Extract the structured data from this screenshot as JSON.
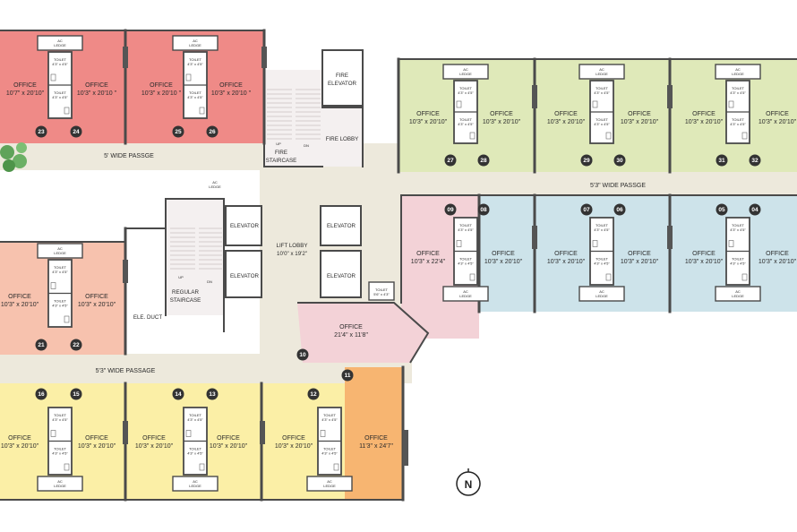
{
  "colors": {
    "red": "#ef8a87",
    "salmon": "#f7c2ae",
    "green": "#dfe9b9",
    "blue": "#cde3ea",
    "pink": "#f3d2d7",
    "yellow": "#fbefa6",
    "orange": "#f7b571",
    "passage": "#ede9dc",
    "core": "#f4f0f0",
    "wall": "#4a4a4a",
    "badge": "#333333",
    "tree": "#5fa35a"
  },
  "labels": {
    "office": "OFFICE",
    "toilet": "TOILET",
    "toilet_dim": "4'3\" x 4'5\"",
    "toilet_small_dim": "5'6\" x 4'3\"",
    "ac": "AC",
    "ledge": "LEDGE",
    "passage_top_left": "5' WIDE PASSGE",
    "passage_top_right": "5'3\" WIDE PASSGE",
    "passage_bottom": "5'3\" WIDE PASSAGE",
    "fire_elevator_1": "FIRE",
    "fire_elevator_2": "ELEVATOR",
    "fire_lobby": "FIRE LOBBY",
    "fire_staircase_1": "FIRE",
    "fire_staircase_2": "STAIRCASE",
    "up": "UP",
    "dn": "DN",
    "elevator": "ELEVATOR",
    "lift_lobby": "LIFT LOBBY",
    "lift_lobby_dim": "10'0\" x 19'2\"",
    "regular_staircase_1": "REGULAR",
    "regular_staircase_2": "STAIRCASE",
    "ele_duct": "ELE. DUCT",
    "north": "N"
  },
  "offices": [
    {
      "unit": "23",
      "dim": "10'7\" x 20'10\""
    },
    {
      "unit": "24",
      "dim": "10'3\" x 20'10 \""
    },
    {
      "unit": "25",
      "dim": "10'3\" x 20'10 \""
    },
    {
      "unit": "26",
      "dim": "10'3\" x 20'10 \""
    },
    {
      "unit": "27",
      "dim": "10'3\" x 20'10\""
    },
    {
      "unit": "28",
      "dim": "10'3\" x 20'10\""
    },
    {
      "unit": "29",
      "dim": "10'3\" x 20'10\""
    },
    {
      "unit": "30",
      "dim": "10'3\" x 20'10\""
    },
    {
      "unit": "31",
      "dim": "10'3\" x 20'10\""
    },
    {
      "unit": "32",
      "dim": "10'3\" x 20'10\""
    },
    {
      "unit": "09",
      "dim": "10'3\" x 22'4\""
    },
    {
      "unit": "08",
      "dim": "10'3\" x 20'10\""
    },
    {
      "unit": "07",
      "dim": "10'3\" x 20'10\""
    },
    {
      "unit": "06",
      "dim": "10'3\" x 20'10\""
    },
    {
      "unit": "05",
      "dim": "10'3\" x 20'10\""
    },
    {
      "unit": "04",
      "dim": "10'3\" x 20'10\""
    },
    {
      "unit": "21",
      "dim": "10'3\" x 20'10\""
    },
    {
      "unit": "22",
      "dim": "10'3\" x 20'10\""
    },
    {
      "unit": "10",
      "dim": "21'4\" x 11'8\""
    },
    {
      "unit": "16",
      "dim": "10'3\" x 20'10\""
    },
    {
      "unit": "15",
      "dim": "10'3\" x 20'10\""
    },
    {
      "unit": "14",
      "dim": "10'3\" x 20'10\""
    },
    {
      "unit": "13",
      "dim": "10'3\" x 20'10\""
    },
    {
      "unit": "12",
      "dim": "10'3\" x 20'10\""
    },
    {
      "unit": "11",
      "dim": "11'3\" x 24'7\""
    }
  ]
}
